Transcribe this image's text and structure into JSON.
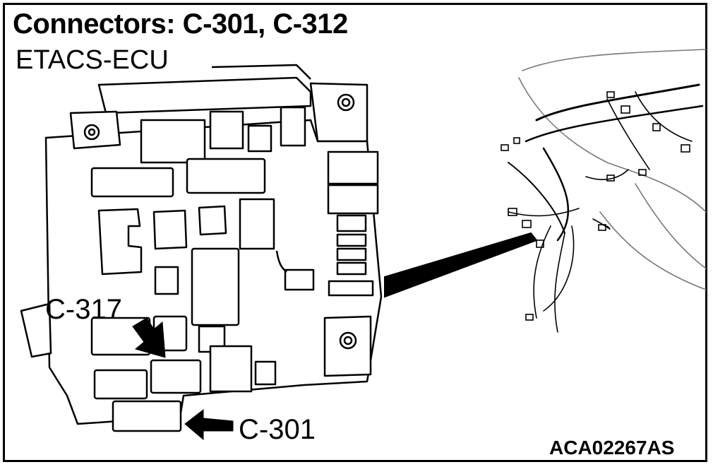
{
  "figure": {
    "title": "Connectors: C-301, C-312",
    "component_label": "ETACS-ECU",
    "callouts": {
      "c317": "C-317",
      "c301": "C-301"
    },
    "figure_code": "ACA02267AS"
  }
}
